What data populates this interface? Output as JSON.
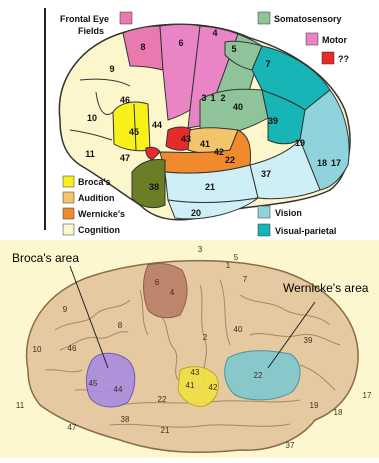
{
  "top_panel": {
    "labels": {
      "frontal_eye_fields_line1": "Frontal Eye",
      "frontal_eye_fields_line2": "Fields",
      "somatosensory": "Somatosensory",
      "motor": "Motor",
      "unknown": "??"
    },
    "legend_left": [
      "Broca's",
      "Audition",
      "Wernicke's",
      "Cognition"
    ],
    "legend_right": [
      "Vision",
      "Visual-parietal"
    ],
    "area_numbers": [
      "8",
      "6",
      "4",
      "5",
      "7",
      "9",
      "46",
      "10",
      "45",
      "44",
      "3",
      "1",
      "2",
      "40",
      "39",
      "43",
      "41",
      "42",
      "22",
      "11",
      "47",
      "38",
      "21",
      "37",
      "19",
      "18",
      "17",
      "20"
    ],
    "colors": {
      "frontal_eye_fields": "#e87ab0",
      "somatosensory": "#8fc49a",
      "motor": "#e985c4",
      "unknown": "#e52b2b",
      "brocas": "#f7f01a",
      "audition": "#f3c46a",
      "wernickes": "#f08a2c",
      "cognition": "#fcf6cc",
      "vision": "#8fd3dc",
      "visual_parietal": "#17b5b5",
      "temporal_pole": "#6b7d25",
      "inferior_temporal": "#cdeff5"
    }
  },
  "bottom_panel": {
    "callout_brocas": "Broca's area",
    "callout_wernickes": "Wernicke's area",
    "area_numbers": [
      "3",
      "5",
      "1",
      "7",
      "9",
      "8",
      "6",
      "4",
      "2",
      "40",
      "39",
      "46",
      "10",
      "45",
      "44",
      "43",
      "41",
      "42",
      "22",
      "11",
      "47",
      "38",
      "21",
      "37",
      "19",
      "18",
      "17",
      "22"
    ]
  }
}
